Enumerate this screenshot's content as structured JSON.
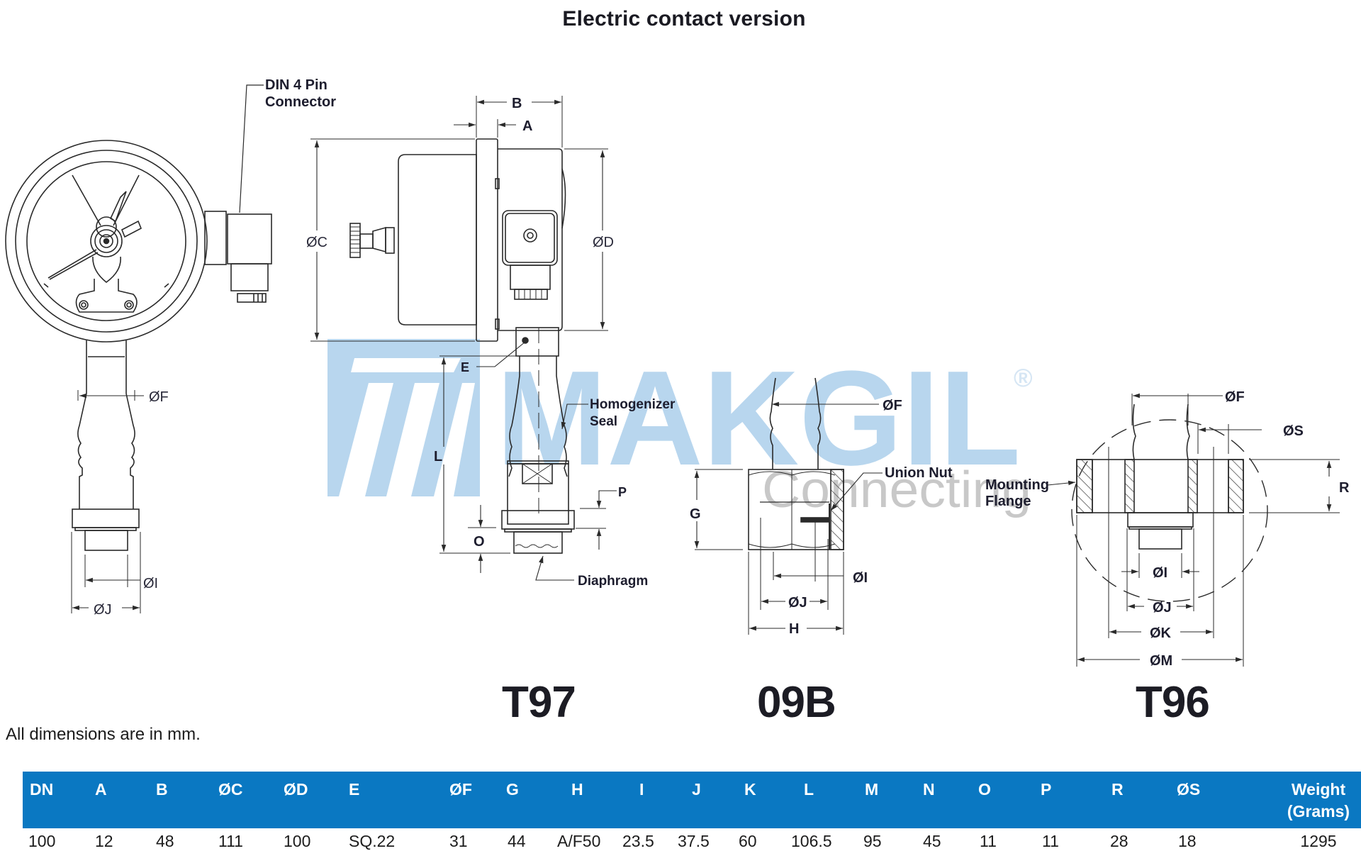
{
  "title": "Electric contact version",
  "watermark": {
    "brand": "MAKGIL",
    "tagline": "Connecting",
    "registered": "®",
    "brand_color": "#b8d6ee",
    "tagline_color": "#c8c8c8"
  },
  "views": {
    "front": {
      "callout_connector_line1": "DIN 4 Pin",
      "callout_connector_line2": "Connector",
      "dim_F": "ØF",
      "dim_I": "ØI",
      "dim_J": "ØJ"
    },
    "side": {
      "dim_B": "B",
      "dim_A": "A",
      "dim_C": "ØC",
      "dim_D": "ØD",
      "dim_E": "E",
      "dim_L": "L",
      "dim_O": "O",
      "dim_P": "P",
      "callout_seal_line1": "Homogenizer",
      "callout_seal_line2": "Seal",
      "callout_diaphragm": "Diaphragm"
    },
    "v09b": {
      "dim_F": "ØF",
      "dim_G": "G",
      "dim_I": "ØI",
      "dim_J": "ØJ",
      "dim_H": "H",
      "callout_union_nut": "Union Nut"
    },
    "t96": {
      "dim_F": "ØF",
      "dim_S": "ØS",
      "dim_R": "R",
      "dim_I": "ØI",
      "dim_J": "ØJ",
      "dim_K": "ØK",
      "dim_M": "ØM",
      "callout_flange_line1": "Mounting",
      "callout_flange_line2": "Flange"
    }
  },
  "model_labels": {
    "t97": "T97",
    "b09": "09B",
    "t96": "T96"
  },
  "note": "All dimensions are in mm.",
  "table": {
    "header_color": "#0a78c2",
    "columns": [
      "DN",
      "A",
      "B",
      "ØC",
      "ØD",
      "E",
      "ØF",
      "G",
      "H",
      "I",
      "J",
      "K",
      "L",
      "M",
      "N",
      "O",
      "P",
      "R",
      "ØS",
      "Weight"
    ],
    "weight_unit": "(Grams)",
    "rows": [
      [
        "100",
        "12",
        "48",
        "111",
        "100",
        "SQ.22",
        "31",
        "44",
        "A/F50",
        "23.5",
        "37.5",
        "60",
        "106.5",
        "95",
        "45",
        "11",
        "11",
        "28",
        "18",
        "1295"
      ]
    ]
  }
}
